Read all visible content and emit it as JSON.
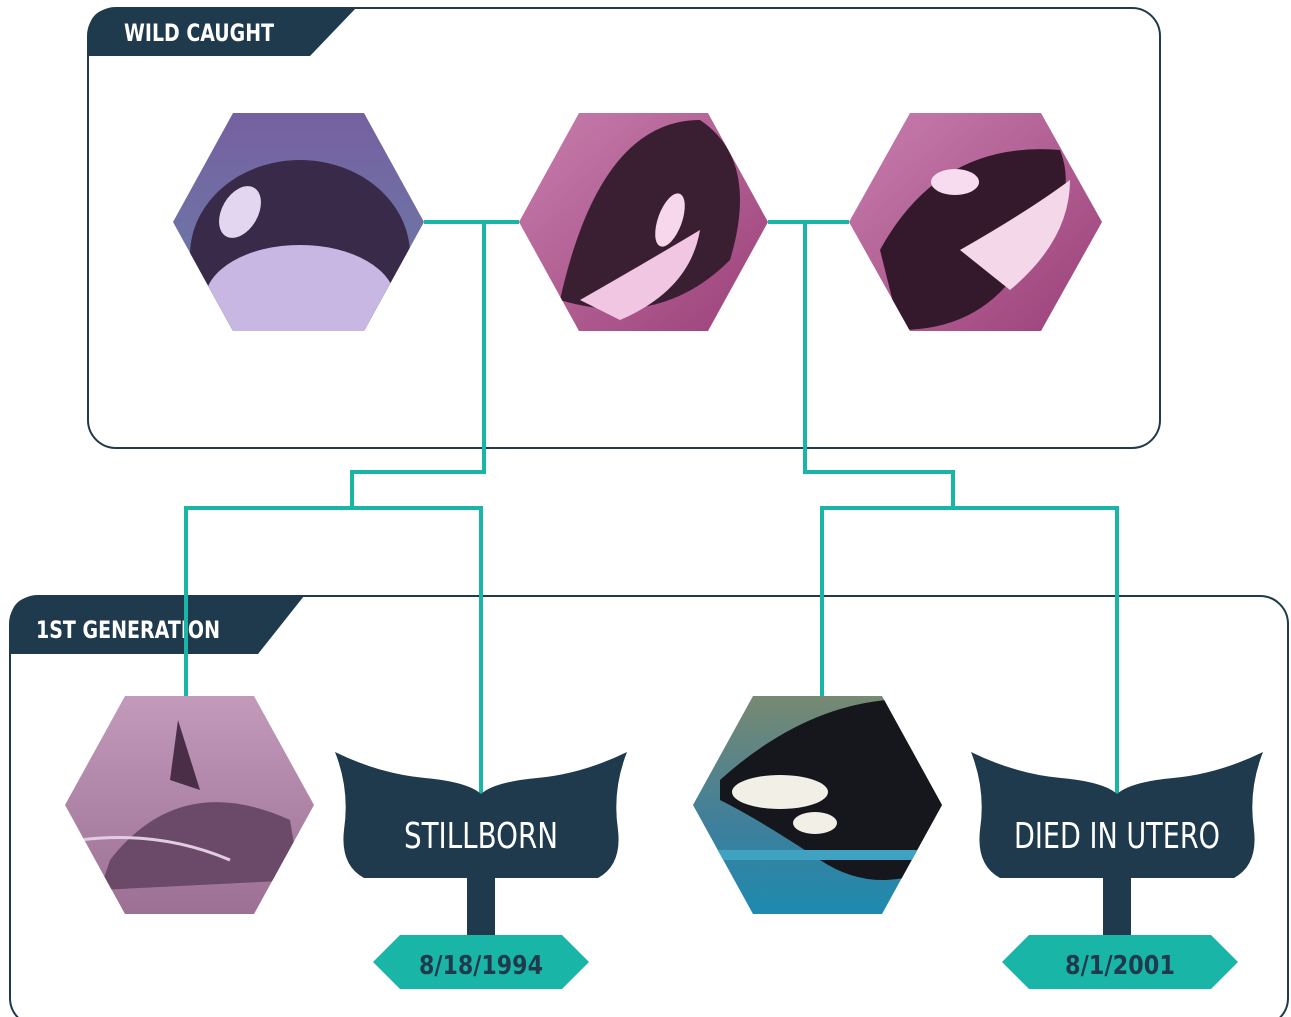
{
  "colors": {
    "navy": "#1f3a4d",
    "teal": "#19b6a8",
    "border": "#1f3a4d",
    "whale_purple": "#7a5d96",
    "whale_pink": "#b0608f"
  },
  "sections": {
    "wild": {
      "label": "WILD CAUGHT"
    },
    "gen1": {
      "label": "1ST GENERATION"
    }
  },
  "photos": {
    "wild_1": "orca-photo-purple",
    "wild_2": "orca-photo-pink",
    "wild_3": "orca-photo-pink",
    "gen1_1": "orca-photo-sepia",
    "gen1_2": "orca-photo-natural"
  },
  "outcomes": [
    {
      "label": "STILLBORN",
      "date": "8/18/1994"
    },
    {
      "label": "DIED IN UTERO",
      "date": "8/1/2001"
    }
  ]
}
